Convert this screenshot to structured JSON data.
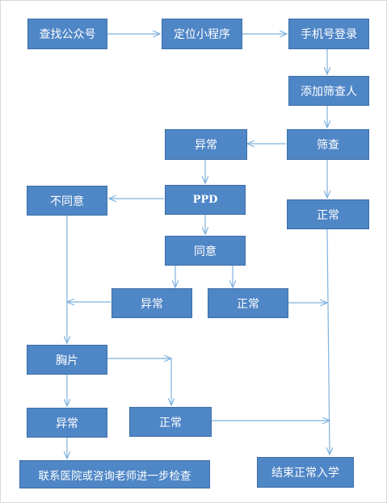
{
  "colors": {
    "box_fill": "#4f86c6",
    "arrow": "#7fb2de"
  },
  "nodes": {
    "search_account": "查找公众号",
    "mini_program": "定位小程序",
    "phone_login": "手机号登录",
    "add_screenee": "添加筛查人",
    "screening": "筛查",
    "abnormal_1": "异常",
    "normal_1": "正常",
    "ppd": "PPD",
    "disagree": "不同意",
    "agree": "同意",
    "abnormal_2": "异常",
    "normal_2": "正常",
    "chest_film": "胸片",
    "abnormal_3": "异常",
    "normal_3": "正常",
    "contact_hospital": "联系医院或咨询老师进一步检查",
    "end_enroll": "结束正常入学"
  }
}
